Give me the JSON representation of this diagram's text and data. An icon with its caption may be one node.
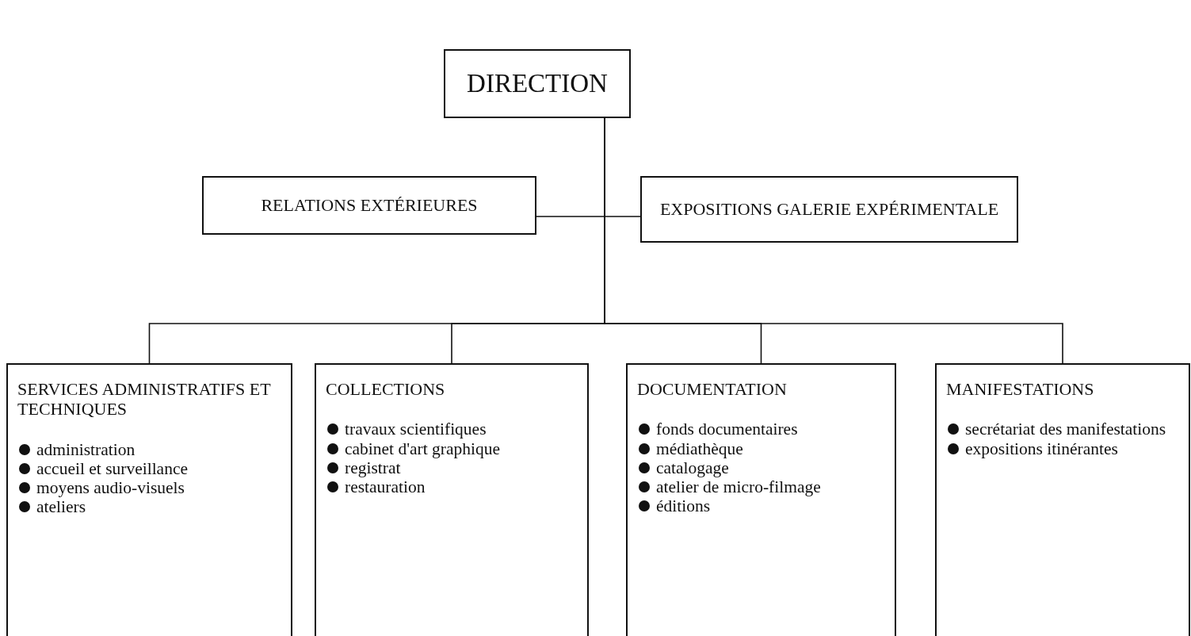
{
  "diagram": {
    "nodes": [
      {
        "text": [
          "DIRECTION"
        ]
      },
      {
        "text": [
          "RELATIONS EXTÉRIEURES"
        ]
      },
      {
        "text": [
          "EXPOSITIONS GALERIE EXPÉRIMENTALE"
        ]
      },
      {
        "text": [
          "SERVICES ADMINISTRATIFS ET TECHNIQUES",
          "administration",
          "accueil et surveillance",
          "moyens audio-visuels",
          "ateliers"
        ]
      },
      {
        "text": [
          "COLLECTIONS",
          "travaux scientifiques",
          "cabinet d'art graphique",
          "registrat",
          "restauration"
        ]
      },
      {
        "text": [
          "DOCUMENTATION",
          "fonds documentaires",
          "médiathèque",
          "catalogage",
          "atelier de micro-filmage",
          "éditions"
        ]
      },
      {
        "text": [
          "MANIFESTATIONS",
          "secrétariat des manifestations",
          "expositions itinérantes"
        ]
      }
    ],
    "edges": [
      {
        "from": 0,
        "to": 1,
        "arrow": "none"
      },
      {
        "from": 0,
        "to": 2,
        "arrow": "none"
      },
      {
        "from": 0,
        "to": 3,
        "arrow": "none"
      },
      {
        "from": 0,
        "to": 4,
        "arrow": "none"
      },
      {
        "from": 0,
        "to": 5,
        "arrow": "none"
      },
      {
        "from": 0,
        "to": 6,
        "arrow": "none"
      }
    ]
  }
}
